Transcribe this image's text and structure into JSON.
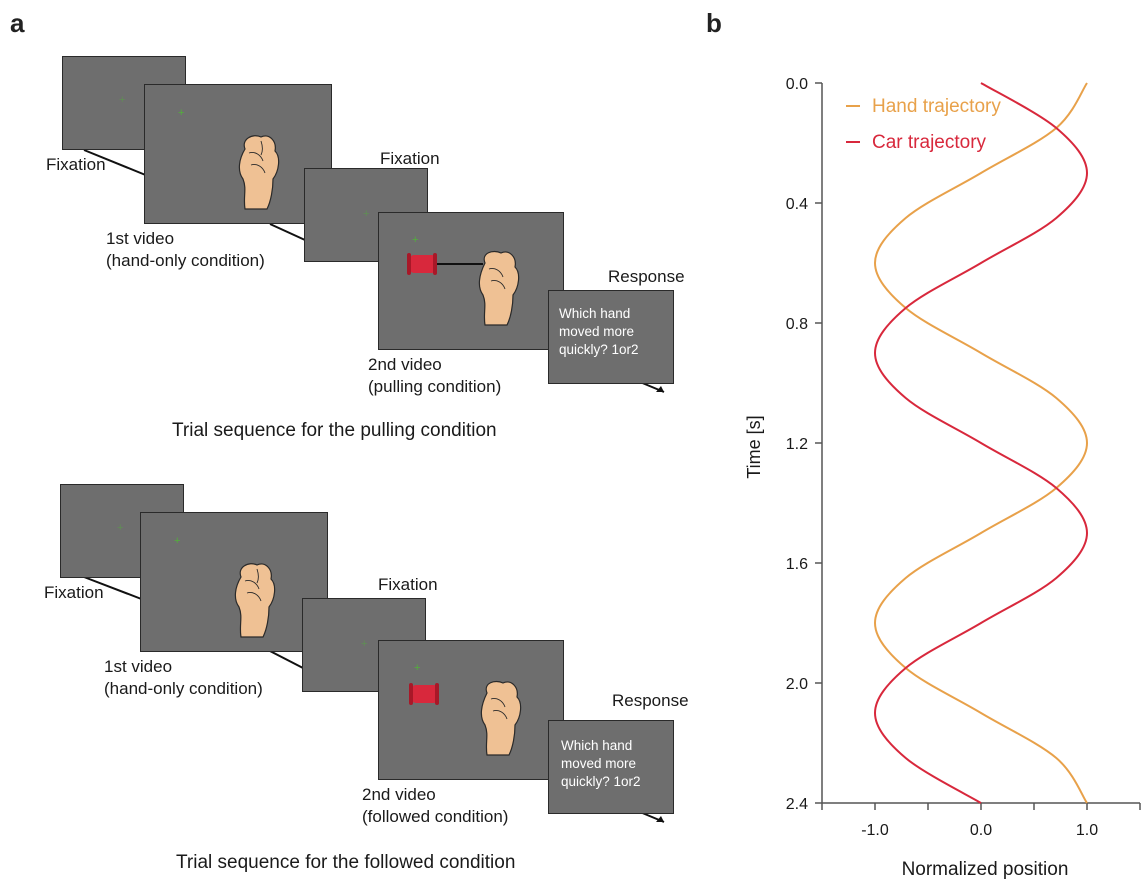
{
  "panel_a": {
    "letter": "a",
    "pulling": {
      "fixation1": "Fixation",
      "video1_line1": "1st video",
      "video1_line2": "(hand-only condition)",
      "fixation2": "Fixation",
      "video2_line1": "2nd video",
      "video2_line2": "(pulling condition)",
      "response": "Response",
      "question_line1": "Which hand",
      "question_line2": "moved more",
      "question_line3": "quickly? 1or2",
      "caption": "Trial sequence for the pulling condition"
    },
    "followed": {
      "fixation1": "Fixation",
      "video1_line1": "1st video",
      "video1_line2": "(hand-only condition)",
      "fixation2": "Fixation",
      "video2_line1": "2nd video",
      "video2_line2": "(followed condition)",
      "response": "Response",
      "question_line1": "Which hand",
      "question_line2": "moved more",
      "question_line3": "quickly? 1or2",
      "caption": "Trial sequence for the followed condition"
    }
  },
  "panel_b": {
    "letter": "b"
  },
  "chart_data": {
    "type": "line",
    "orientation": "vertical-time",
    "xlabel": "Normalized position",
    "ylabel": "Time [s]",
    "xlim": [
      -1.5,
      1.5
    ],
    "ylim": [
      0.0,
      2.4
    ],
    "y_inverted": true,
    "xticks": [
      "-1.0",
      "0.0",
      "1.0"
    ],
    "yticks": [
      "0.0",
      "0.4",
      "0.8",
      "1.2",
      "1.6",
      "2.0",
      "2.4"
    ],
    "legend_position": "top-left",
    "series": [
      {
        "name": "Hand trajectory",
        "color": "#e8a14a",
        "y": [
          0.0,
          0.15,
          0.3,
          0.45,
          0.6,
          0.75,
          0.9,
          1.05,
          1.2,
          1.35,
          1.5,
          1.65,
          1.8,
          1.95,
          2.1,
          2.25,
          2.4
        ],
        "x": [
          1.0,
          0.71,
          0.0,
          -0.71,
          -1.0,
          -0.71,
          0.0,
          0.71,
          1.0,
          0.71,
          0.0,
          -0.71,
          -1.0,
          -0.71,
          0.0,
          0.71,
          1.0
        ]
      },
      {
        "name": "Car trajectory",
        "color": "#d8283c",
        "y": [
          0.0,
          0.15,
          0.3,
          0.45,
          0.6,
          0.75,
          0.9,
          1.05,
          1.2,
          1.35,
          1.5,
          1.65,
          1.8,
          1.95,
          2.1,
          2.25,
          2.4
        ],
        "x": [
          0.0,
          0.71,
          1.0,
          0.71,
          0.0,
          -0.71,
          -1.0,
          -0.71,
          0.0,
          0.71,
          1.0,
          0.71,
          0.0,
          -0.71,
          -1.0,
          -0.71,
          0.0
        ]
      }
    ]
  }
}
